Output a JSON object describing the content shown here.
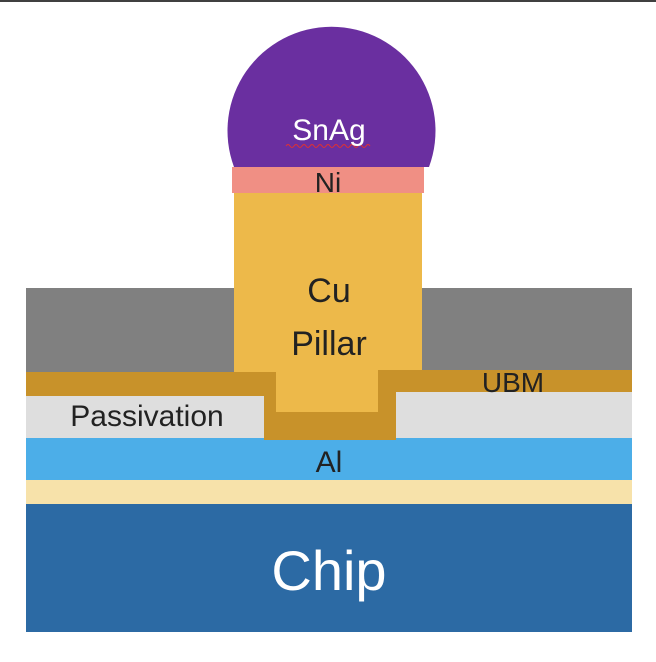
{
  "diagram": {
    "labels": {
      "snag": "SnAg",
      "ni": "Ni",
      "cu_line1": "Cu",
      "cu_line2": "Pillar",
      "ubm": "UBM",
      "passivation": "Passivation",
      "al": "Al",
      "chip": "Chip"
    },
    "colors": {
      "snag": "#6a2fa0",
      "ni": "#f08f84",
      "cu_pillar": "#edb94a",
      "ubm": "#c8922a",
      "mold": "#808080",
      "passivation": "#dedede",
      "al": "#4caee8",
      "cream_layer": "#f7e2aa",
      "chip": "#2c6aa4",
      "chip_text": "#ffffff",
      "label_text": "#222222"
    }
  }
}
